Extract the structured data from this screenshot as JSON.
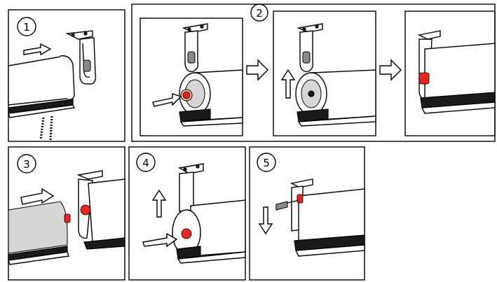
{
  "panels": [
    {
      "id": "1",
      "label": "1"
    },
    {
      "id": "2",
      "label": "2"
    },
    {
      "id": "3",
      "label": "3"
    },
    {
      "id": "4",
      "label": "4"
    },
    {
      "id": "5",
      "label": "5"
    }
  ],
  "colors": {
    "line": "#000000",
    "background": "#ffffff",
    "endcap_red": "#e8261f",
    "endcap_glow": "#f2c9a0",
    "rail": "#1a1a1a"
  },
  "icons": [
    "bracket-icon",
    "roller-tube-icon",
    "end-cap-icon",
    "push-arrow-icon",
    "lift-arrow-icon",
    "next-step-arrow-icon",
    "bead-chain-icon",
    "screw-icon",
    "screwdriver-icon"
  ]
}
